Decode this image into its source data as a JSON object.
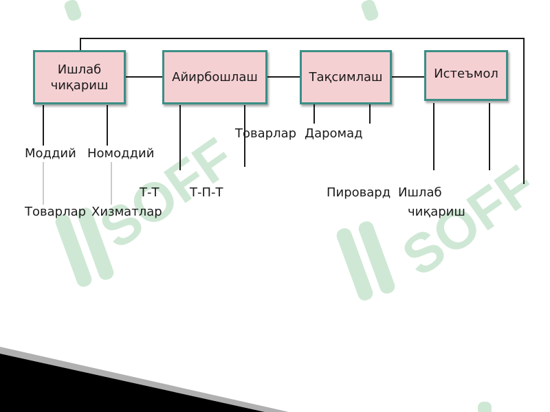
{
  "boxes": {
    "production": "Ишлаб\nчиқариш",
    "exchange": "Айирбошлаш",
    "distribution": "Тақсимлаш",
    "consumption": "Истеъмол"
  },
  "labels": {
    "material": "Моддий",
    "nonmaterial": "Номоддий",
    "goods_left": "Товарлар",
    "services": "Хизматлар",
    "t_t": "Т-Т",
    "t_p_t": "Т-П-Т",
    "goods_mid": "Товарлар",
    "income": "Даромад",
    "final": "Пировард",
    "production_consumption": "Ишлаб",
    "production_consumption_2": "чиқариш"
  },
  "watermark": {
    "text": "SOFF",
    "color": "#cfe8d5"
  },
  "colors": {
    "box_fill": "#f5d0d3",
    "box_border": "#3a8f86",
    "line": "#1a1a1a",
    "thin_line": "#b9b9b9"
  }
}
